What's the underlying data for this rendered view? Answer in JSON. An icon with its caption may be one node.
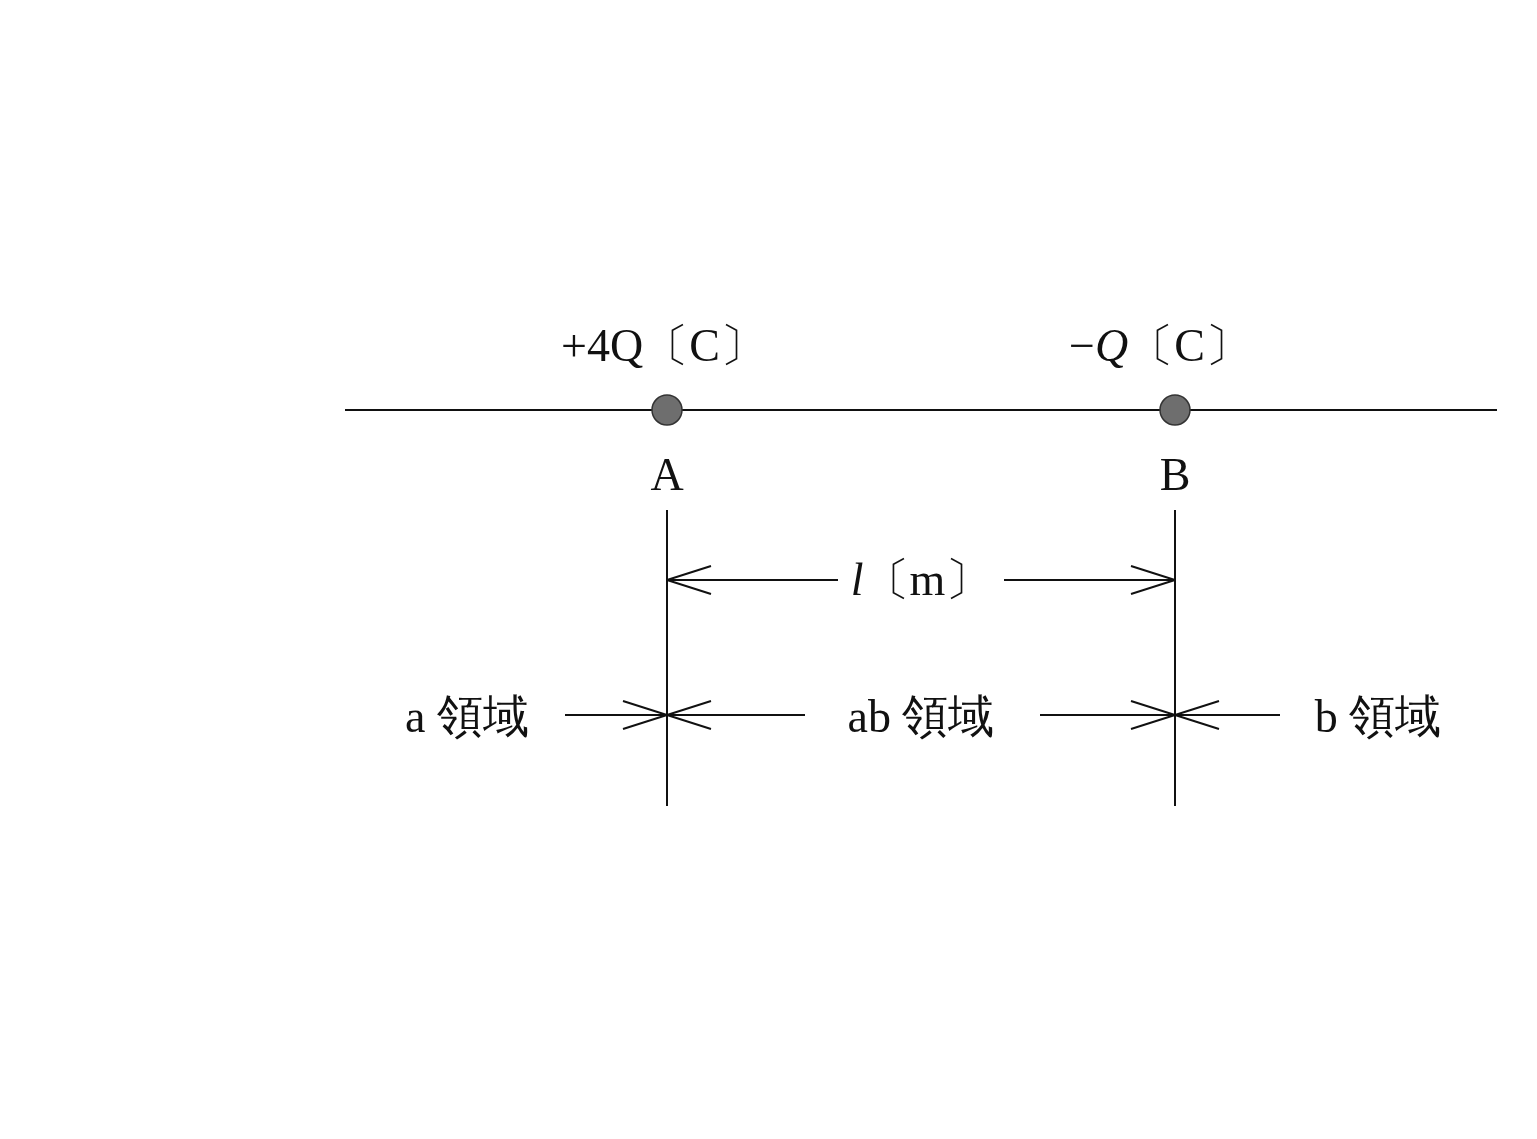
{
  "diagram": {
    "nodes": [
      {
        "text": [
          "+4Q〔C〕",
          "A"
        ]
      },
      {
        "text": [
          "−*Q*〔C〕",
          "B"
        ]
      }
    ],
    "labels": [
      "*l*〔m〕",
      "a 領域",
      "ab 領域",
      "b 領域"
    ]
  }
}
